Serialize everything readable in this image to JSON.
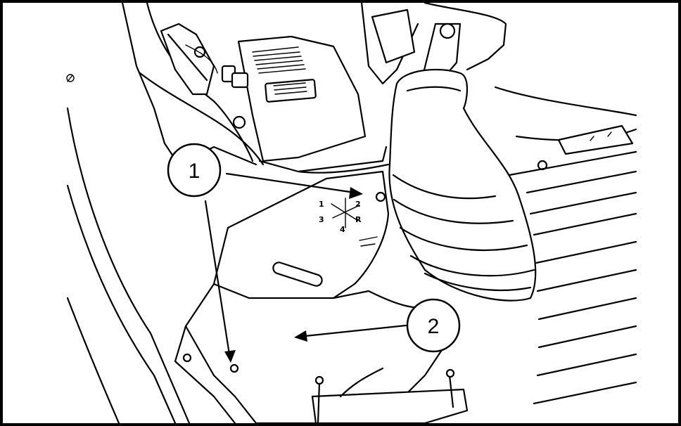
{
  "callouts": [
    {
      "label": "1"
    },
    {
      "label": "2"
    }
  ],
  "gear_pattern": {
    "labels": [
      "1",
      "2",
      "3",
      "4",
      "R"
    ]
  },
  "colors": {
    "ink": "#000000",
    "paper": "#ffffff"
  }
}
